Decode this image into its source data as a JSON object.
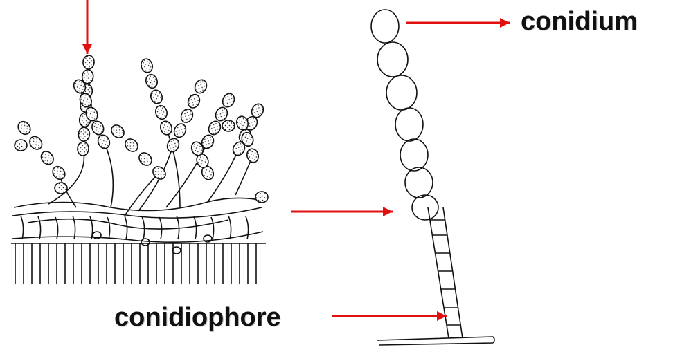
{
  "labels": {
    "conidium": "conidium",
    "conidiophore": "conidiophore"
  },
  "colors": {
    "arrow": "#e01010",
    "ink": "#111111",
    "background": "#ffffff"
  },
  "figures": {
    "left": "infected-leaf-tissue-with-conidial-chains",
    "right": "single-conidiophore-with-conidial-chain"
  },
  "arrows": {
    "count": 4,
    "top_left_direction": "down",
    "conidium_direction": "right",
    "middle_direction": "right",
    "conidiophore_direction": "right"
  }
}
